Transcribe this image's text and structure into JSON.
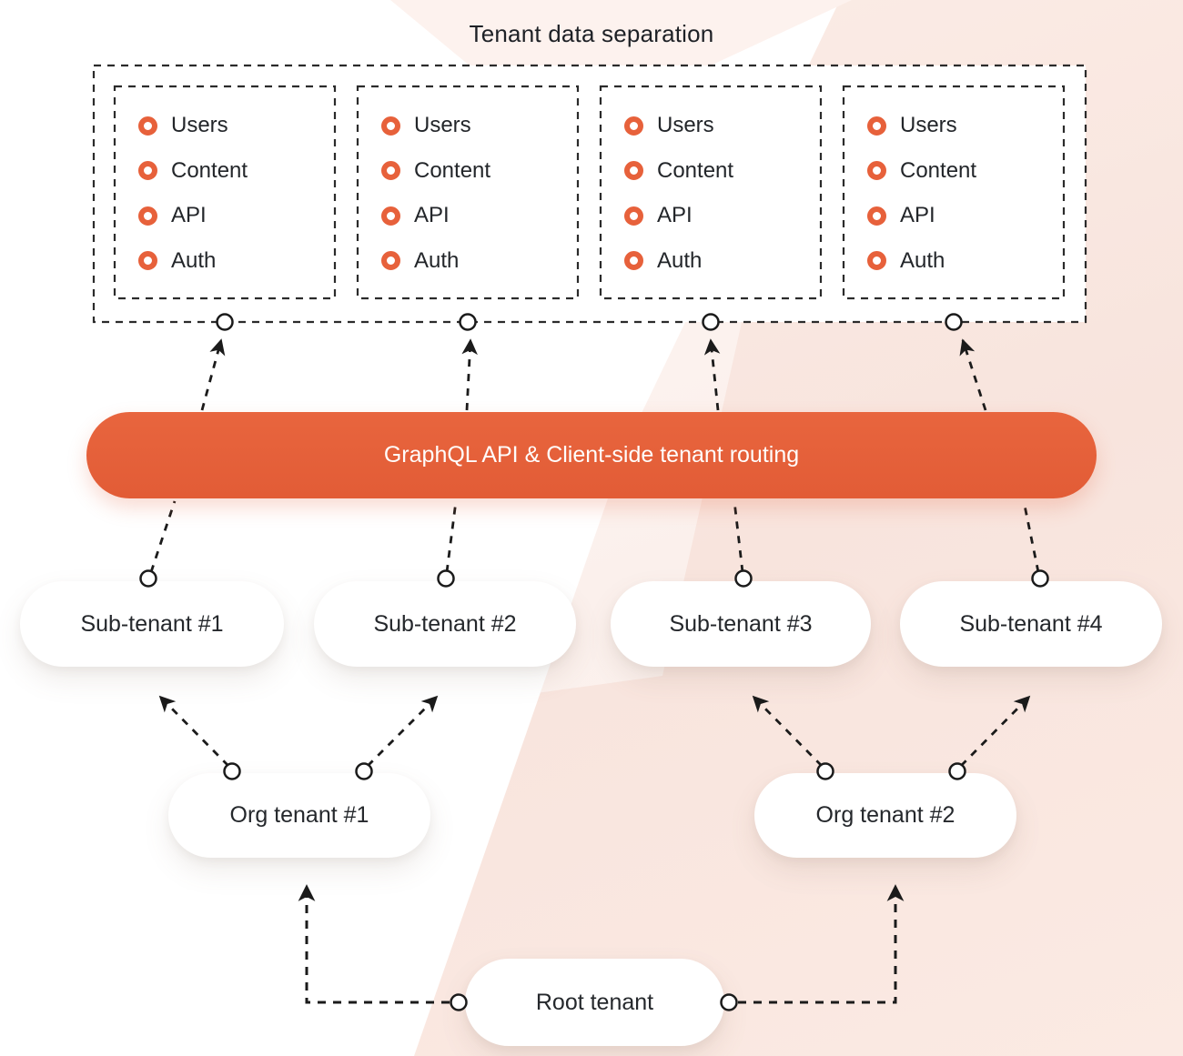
{
  "title": "Tenant data separation",
  "separation": {
    "boxes": [
      {
        "items": [
          "Users",
          "Content",
          "API",
          "Auth"
        ]
      },
      {
        "items": [
          "Users",
          "Content",
          "API",
          "Auth"
        ]
      },
      {
        "items": [
          "Users",
          "Content",
          "API",
          "Auth"
        ]
      },
      {
        "items": [
          "Users",
          "Content",
          "API",
          "Auth"
        ]
      }
    ]
  },
  "api_bar": {
    "label": "GraphQL API & Client-side tenant routing"
  },
  "sub_tenants": [
    {
      "label": "Sub-tenant #1"
    },
    {
      "label": "Sub-tenant #2"
    },
    {
      "label": "Sub-tenant #3"
    },
    {
      "label": "Sub-tenant #4"
    }
  ],
  "org_tenants": [
    {
      "label": "Org tenant #1"
    },
    {
      "label": "Org tenant #2"
    }
  ],
  "root_tenant": {
    "label": "Root tenant"
  },
  "icons": {
    "bullet": "circle-dot-icon",
    "connector_node": "circle-node-icon",
    "arrow": "dashed-arrow-icon"
  },
  "colors": {
    "accent_orange": "#E5603A",
    "bullet_orange": "#E7613B",
    "line": "#1C1C1C",
    "pill_white": "#FFFFFF",
    "text_dark": "#24272B",
    "background_tint": "#F8E4DD"
  }
}
